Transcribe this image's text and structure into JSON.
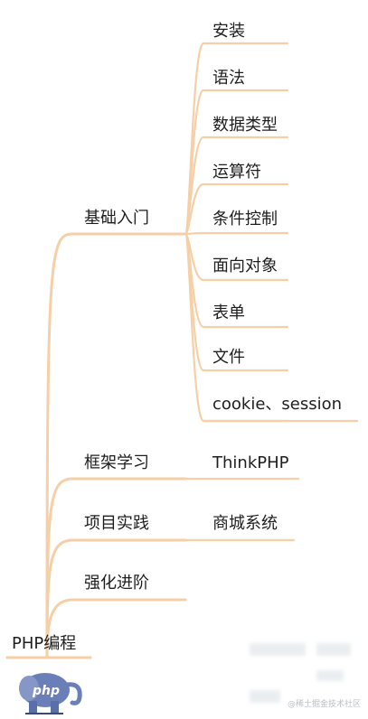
{
  "root": {
    "label": "PHP编程"
  },
  "branches": [
    {
      "label": "基础入门",
      "children": [
        "安装",
        "语法",
        "数据类型",
        "运算符",
        "条件控制",
        "面向对象",
        "表单",
        "文件",
        "cookie、session"
      ]
    },
    {
      "label": "框架学习",
      "children": [
        "ThinkPHP"
      ]
    },
    {
      "label": "项目实践",
      "children": [
        "商城系统"
      ]
    },
    {
      "label": "强化进阶",
      "children": []
    }
  ],
  "logo": {
    "text": "php",
    "icon": "php-elephant-icon"
  },
  "watermark": {
    "text": "@稀土掘金技术社区"
  },
  "colors": {
    "line": "#f6cfa6",
    "text": "#1e1e1e",
    "logo_blue": "#6a7fb8"
  }
}
